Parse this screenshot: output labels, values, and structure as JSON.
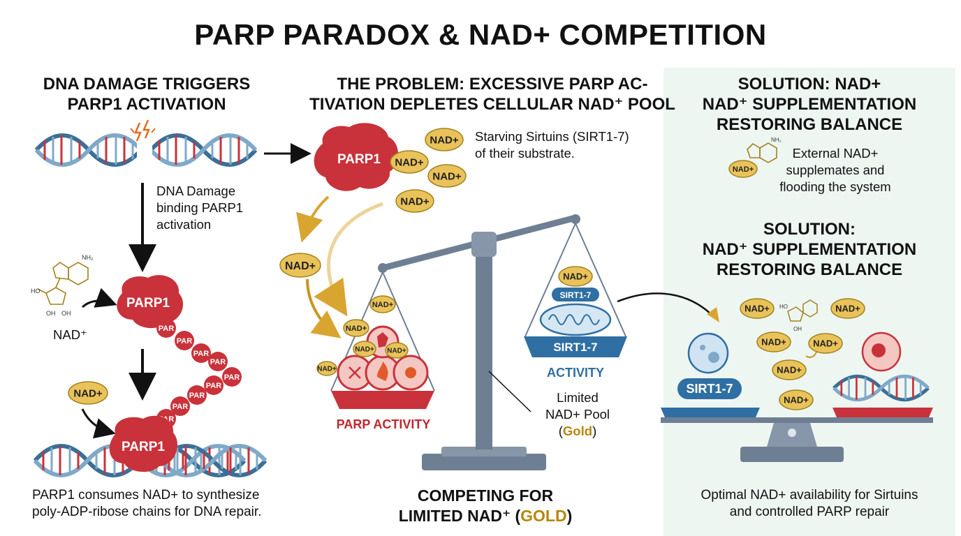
{
  "title": "PARP PARADOX & NAD+ COMPETITION",
  "left": {
    "heading": [
      "DNA DAMAGE TRIGGERS",
      "PARP1 ACTIVATION"
    ],
    "damage_label": [
      "DNA Damage",
      "binding PARP1",
      "activation"
    ],
    "nad_small_label": "NAD⁺",
    "caption": [
      "PARP1 consumes NAD+ to synthesize",
      "poly-ADP-ribose chains for DNA repair."
    ]
  },
  "middle": {
    "heading": [
      "THE PROBLEM: EXCESSIVE PARP AC-",
      "TIVATION DEPLETES CELLULAR NAD⁺ POOL"
    ],
    "starving": [
      "Starving Sirtuins (SIRT1-7)",
      "of their substrate."
    ],
    "parp_activity": "PARP ACTIVITY",
    "sirt_activity": "ACTIVITY",
    "sirt_pan_label": "SIRT1-7",
    "sirt_tag": "SIRT1-7",
    "pool": [
      "Limited",
      "NAD+ Pool",
      "(",
      "Gold",
      ")"
    ],
    "competing": [
      "COMPETING FOR",
      "LIMITED NAD⁺ (",
      "GOLD",
      ")"
    ]
  },
  "right": {
    "heading1": [
      "SOLUTION: NAD+",
      "NAD⁺ SUPPLEMENTATION",
      "RESTORING BALANCE"
    ],
    "external": [
      "External NAD+",
      "supplemates and",
      "flooding the system"
    ],
    "heading2": [
      "SOLUTION:",
      "NAD⁺ SUPPLEMENTATION",
      "RESTORING BALANCE"
    ],
    "sirt_label": "SIRT1-7",
    "caption": [
      "Optimal NAD+ availability for Sirtuins",
      "and controlled PARP repair"
    ]
  },
  "tokens": {
    "parp": "PARP1",
    "nad": "NAD+",
    "par": "PAR"
  },
  "colors": {
    "red": "#c9323a",
    "gold": "#e9c35a",
    "blue": "#2f6fa3",
    "steel": "#6f7f93"
  }
}
